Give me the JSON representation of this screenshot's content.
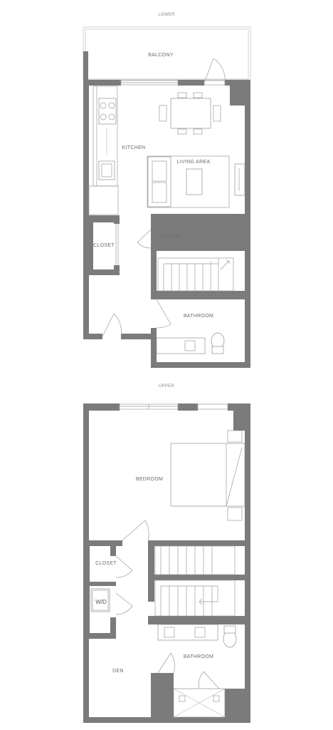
{
  "floors": {
    "lower": {
      "title": "LOWER",
      "rooms": {
        "balcony": "BALCONY",
        "kitchen": "KITCHEN",
        "living_area": "LIVING AREA",
        "closet_left": "CLOSET",
        "closet_right": "CLOSET",
        "bathroom": "BATHROOM"
      }
    },
    "upper": {
      "title": "UPPER",
      "rooms": {
        "bedroom": "BEDROOM",
        "closet": "CLOSET",
        "wd": "W/D",
        "bathroom": "BATHROOM",
        "den": "DEN"
      }
    }
  },
  "colors": {
    "wall": "#7b7b7b",
    "line": "#9a9a9a",
    "label": "#6b6b6b",
    "background": "#ffffff"
  }
}
